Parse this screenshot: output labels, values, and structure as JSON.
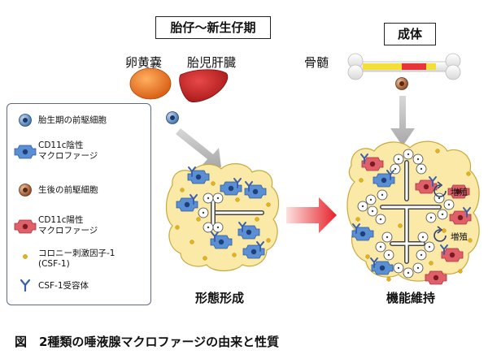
{
  "stages": {
    "fetal": "胎仔〜新生仔期",
    "adult": "成体"
  },
  "sources": {
    "yolk_sac": "卵黄嚢",
    "fetal_liver": "胎児肝臓",
    "bone_marrow": "骨髄"
  },
  "legend": {
    "items": [
      {
        "text": "胎生期の前駆細胞",
        "icon": "fetal-precursor-icon"
      },
      {
        "text": "CD11c陰性\nマクロファージ",
        "icon": "cd11c-negative-macrophage-icon"
      },
      {
        "text": "生後の前駆細胞",
        "icon": "postnatal-precursor-icon"
      },
      {
        "text": "CD11c陽性\nマクロファージ",
        "icon": "cd11c-positive-macrophage-icon"
      },
      {
        "text": "コロニー刺激因子-1\n(CSF-1)",
        "icon": "csf1-dot-icon"
      },
      {
        "text": "CSF-1受容体",
        "icon": "csf1-receptor-icon"
      }
    ]
  },
  "gland_labels": {
    "left": "形態形成",
    "right": "機能維持",
    "prolif_1": "増殖",
    "prolif_2": "増殖"
  },
  "caption": "図　2種類の唾液腺マクロファージの由来と性質",
  "colors": {
    "gland_fill": "#fbe9a8",
    "gland_stroke": "#c8a93c",
    "cd11c_negative": "#5b8fd4",
    "cd11c_positive": "#e0606a",
    "fetal_precursor": "#4a7bb8",
    "postnatal_precursor": "#a0562a",
    "csf1": "#e4b21c",
    "receptor": "#3a5fb0",
    "arrow_red": "#e6222a"
  }
}
